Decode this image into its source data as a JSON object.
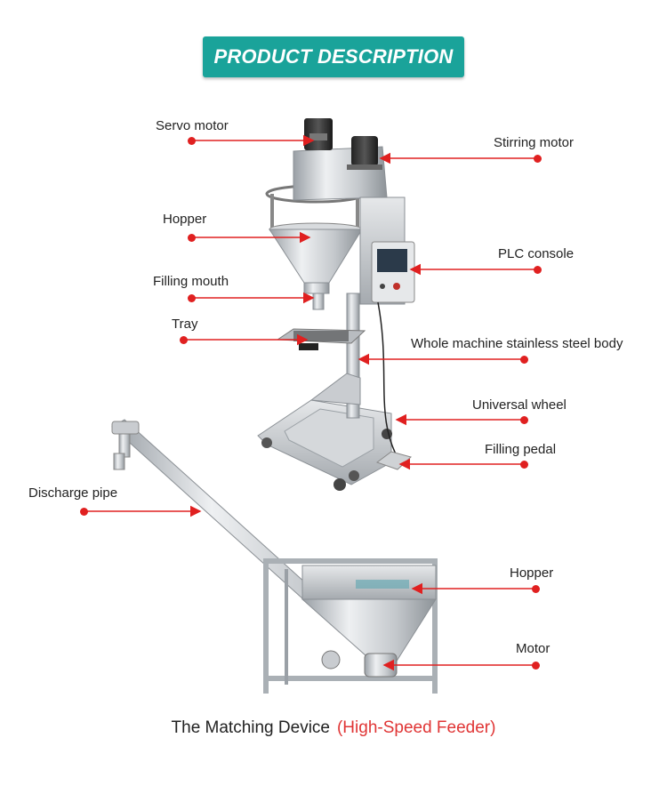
{
  "header": {
    "title": "PRODUCT DESCRIPTION"
  },
  "labels": {
    "servo_motor": "Servo motor",
    "stirring_motor": "Stirring motor",
    "hopper": "Hopper",
    "plc_console": "PLC console",
    "filling_mouth": "Filling mouth",
    "tray": "Tray",
    "body": "Whole machine stainless steel body",
    "universal_wheel": "Universal wheel",
    "filling_pedal": "Filling pedal",
    "discharge_pipe": "Discharge pipe",
    "feeder_hopper": "Hopper",
    "motor": "Motor"
  },
  "caption": {
    "main": "The Matching Device",
    "sub": "(High-Speed Feeder)"
  },
  "colors": {
    "header_bg": "#1aa39a",
    "pointer_red": "#e02020",
    "caption_accent": "#e03535"
  }
}
